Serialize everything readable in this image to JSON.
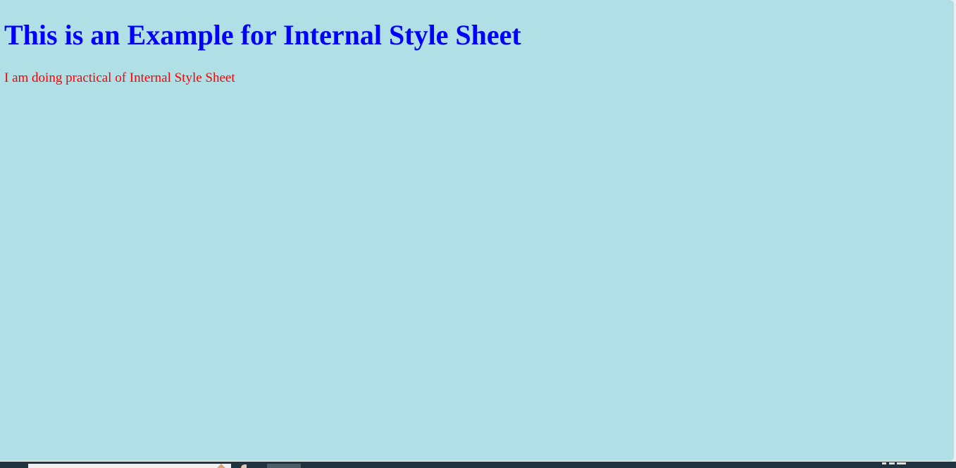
{
  "page": {
    "heading": "This is an Example for Internal Style Sheet",
    "paragraph": "I am doing practical of Internal Style Sheet"
  },
  "colors": {
    "background": "#b0dfe5",
    "heading": "#0000ff",
    "paragraph": "#ff0000",
    "taskbar": "#1f3440"
  },
  "taskbar": {
    "items": [
      {
        "name": "taskbar-thumbnail",
        "icon": "window-thumbnail"
      },
      {
        "name": "taskbar-button",
        "icon": "app-button"
      }
    ],
    "tray_icon": "clock"
  }
}
